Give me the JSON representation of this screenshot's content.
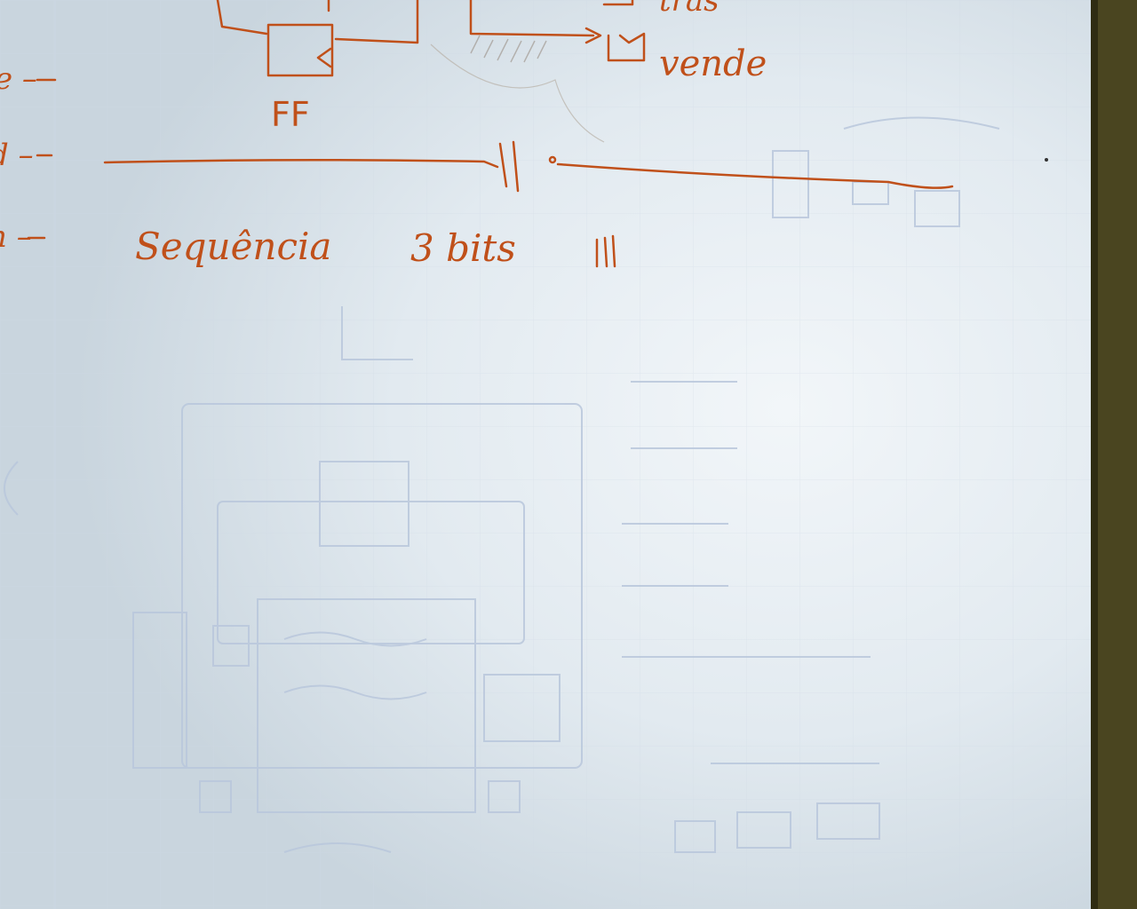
{
  "scene": {
    "description_icon": "handwritten-notebook-page-icon",
    "colors": {
      "paper": "#dfe8ee",
      "ink": "#c0501a",
      "faint_pencil": "#b9c7dc",
      "desk": "#4a4520"
    }
  },
  "sketch": {
    "ff_label": "FF",
    "vende_label": "vende",
    "top_right_label": "tras",
    "margin_marks": [
      "e –",
      "d –",
      "n –"
    ],
    "bottom_caption": "Sequência",
    "bits_label": "3 bits",
    "tally_marks": "111"
  }
}
